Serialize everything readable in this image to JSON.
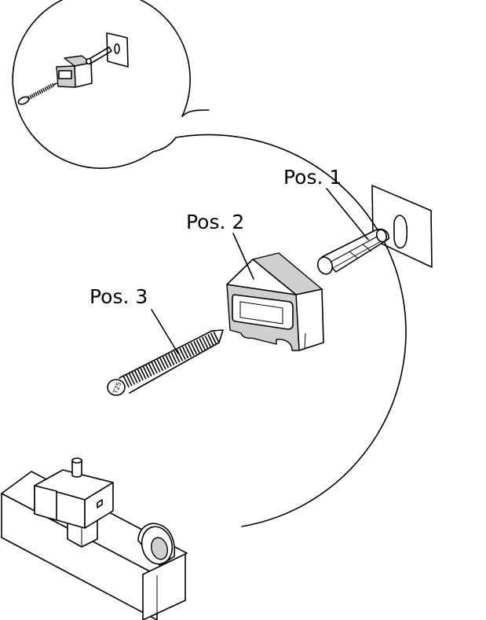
{
  "labels": {
    "pos1": "Pos. 1",
    "pos2": "Pos. 2",
    "pos3": "Pos. 3"
  },
  "screw_head_marking": "T25",
  "colors": {
    "line": "#000000",
    "background": "#ffffff",
    "shade": "#cfcfcf"
  }
}
